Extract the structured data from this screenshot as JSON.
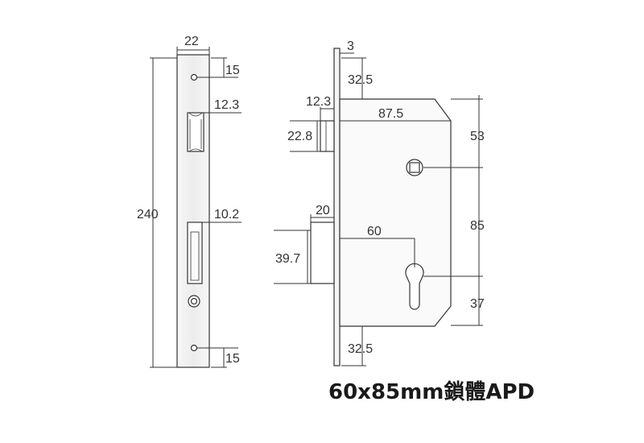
{
  "caption": "60x85mm鎖體APD",
  "faceplate": {
    "width": "22",
    "height": "240",
    "top_hole_offset": "15",
    "bottom_hole_offset": "15",
    "latch_slot_width": "12.3",
    "bolt_slot_width": "10.2"
  },
  "side_view": {
    "faceplate_thickness": "3",
    "top_offset": "32.5",
    "latch_depth": "12.3",
    "case_depth": "87.5",
    "latch_height": "22.8",
    "handle_height": "53",
    "handle_to_cylinder": "85",
    "cylinder_to_bottom": "37",
    "bolt_throw": "20",
    "backset": "60",
    "bolt_height": "39.7",
    "bottom_offset": "32.5"
  },
  "colors": {
    "line": "#333333",
    "fill": "#f2f2f2",
    "text": "#333333"
  }
}
